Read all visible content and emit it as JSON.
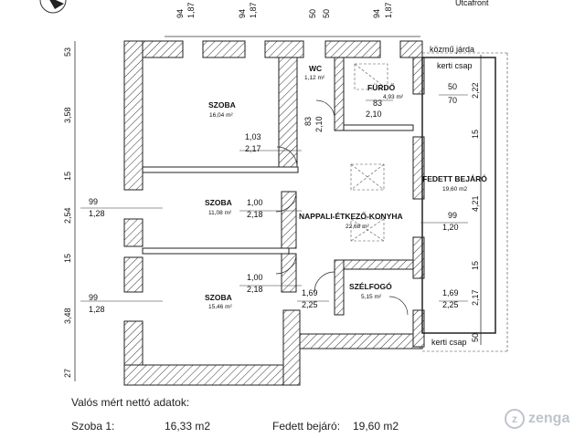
{
  "header": {
    "street_label": "Utcafront"
  },
  "rooms": [
    {
      "key": "szoba1",
      "name": "SZOBA",
      "area": "16,04 m²"
    },
    {
      "key": "wc",
      "name": "WC",
      "area": "1,12 m²"
    },
    {
      "key": "furdo",
      "name": "FÜRDŐ",
      "area": "4,93 m²"
    },
    {
      "key": "szoba2",
      "name": "SZOBA",
      "area": "11,08 m²"
    },
    {
      "key": "nappali",
      "name": "NAPPALI-ÉTKEZŐ-KONYHA",
      "area": "22,68 m²"
    },
    {
      "key": "szoba3",
      "name": "SZOBA",
      "area": "15,46 m²"
    },
    {
      "key": "szelfogo",
      "name": "SZÉLFOGÓ",
      "area": "5,15 m²"
    },
    {
      "key": "bejaro",
      "name": "FEDETT BEJÁRÓ",
      "area": "19,60 m2"
    }
  ],
  "labels": {
    "kozmu_jarda": "közmű járda",
    "kerti_csap_top": "kerti csap",
    "kerti_csap_bottom": "kerti csap"
  },
  "top_dims": {
    "a": "94",
    "b": "1,87",
    "c": "94",
    "d": "1,87",
    "e": "50",
    "f": "50",
    "g": "94",
    "h": "1,87"
  },
  "left_dims": {
    "a": "53",
    "b": "3,58",
    "c": "15",
    "d": "2,54",
    "e": "15",
    "f": "3,48",
    "g": "27"
  },
  "right_dims": {
    "a": "2,22",
    "b": "15",
    "c": "4,21",
    "d": "15",
    "e": "2,17",
    "f": "50"
  },
  "opening_dims": {
    "w1_top": "99",
    "w1_bot": "1,28",
    "w2_top": "99",
    "w2_bot": "1,28",
    "d1_top": "1,03",
    "d1_bot": "2,17",
    "d2_top": "1,00",
    "d2_bot": "2,18",
    "d3_top": "1,00",
    "d3_bot": "2,18",
    "wc_a": "83",
    "wc_b": "2,10",
    "furdo_a": "83",
    "furdo_b": "2,10",
    "furdo_w_top": "50",
    "furdo_w_bot": "70",
    "nap_w_top": "99",
    "nap_w_bot": "1,20",
    "sz_d_top": "1,69",
    "sz_d_bot": "2,25",
    "sz_d2_top": "1,69",
    "sz_d2_bot": "2,25"
  },
  "summary": {
    "heading": "Valós mért nettó adatok:",
    "row1_label": "Szoba 1:",
    "row1_value": "16,33 m2",
    "row1b_label": "Fedett bejáró:",
    "row1b_value": "19,60 m2"
  },
  "watermark": {
    "text": "zenga"
  }
}
